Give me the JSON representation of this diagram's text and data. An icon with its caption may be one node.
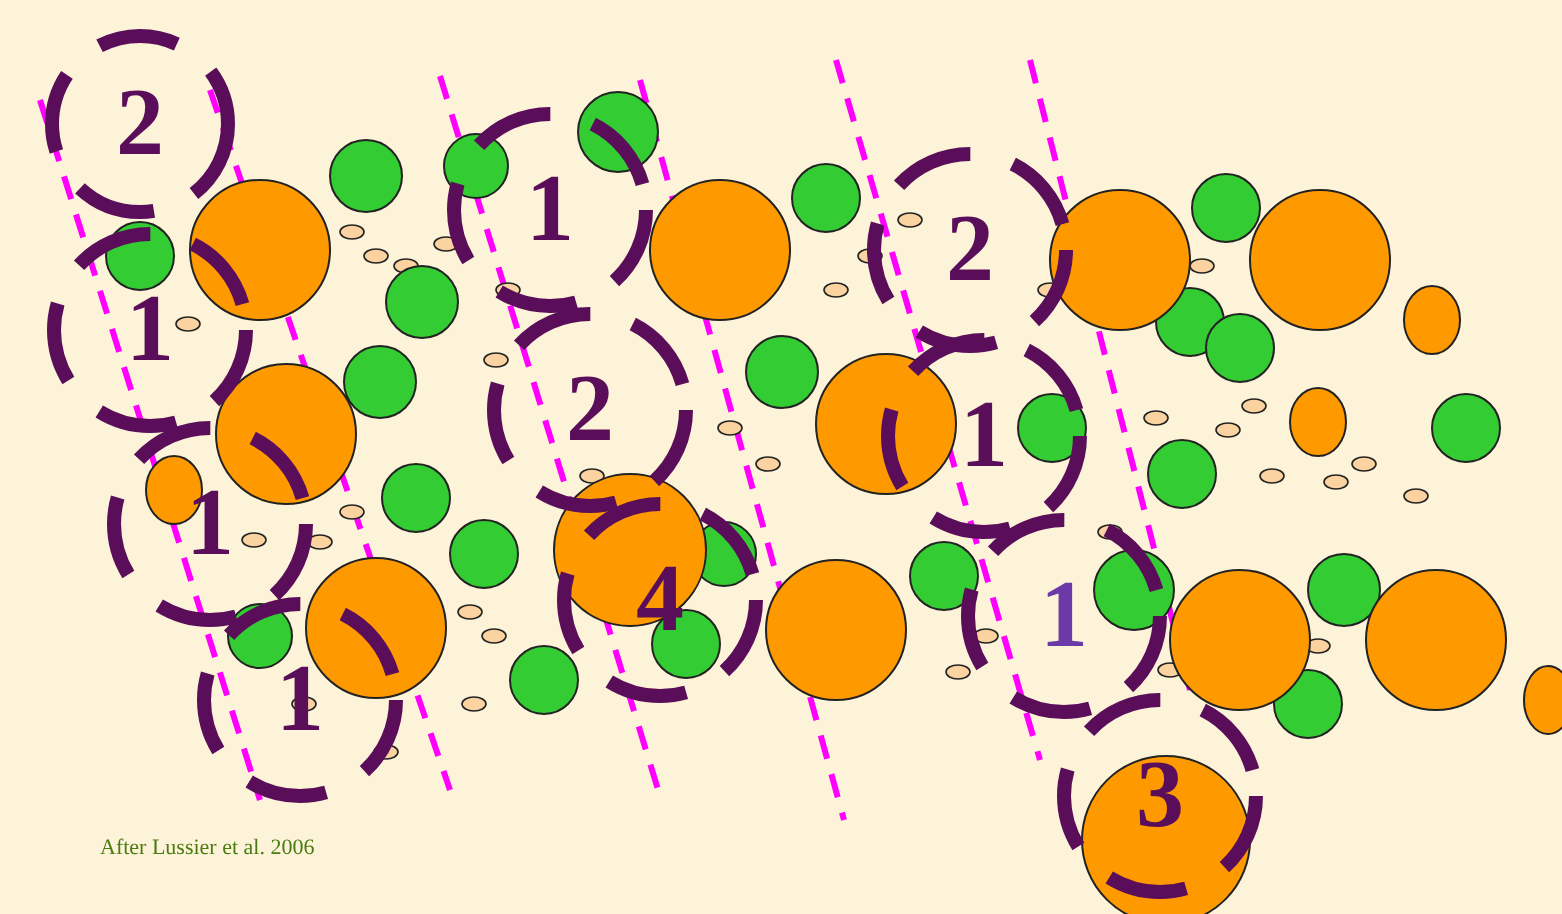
{
  "diagram": {
    "caption": "After Lussier et al. 2006",
    "nodes": [
      {
        "text": [
          "2"
        ]
      },
      {
        "text": [
          "1"
        ]
      },
      {
        "text": [
          "1"
        ]
      },
      {
        "text": [
          "1"
        ]
      },
      {
        "text": [
          "1"
        ]
      },
      {
        "text": [
          "2"
        ]
      },
      {
        "text": [
          "4"
        ]
      },
      {
        "text": [
          "2"
        ]
      },
      {
        "text": [
          "1"
        ]
      },
      {
        "text": [
          "1"
        ]
      },
      {
        "text": [
          "3"
        ]
      }
    ]
  }
}
